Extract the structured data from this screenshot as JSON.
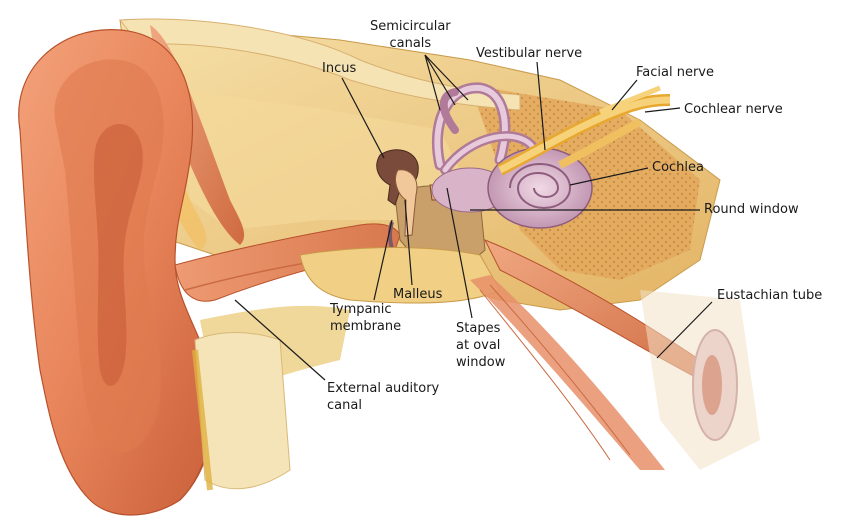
{
  "labels": {
    "semicircular_canals": [
      "Semicircular",
      "canals"
    ],
    "incus": "Incus",
    "vestibular_nerve": "Vestibular nerve",
    "facial_nerve": "Facial nerve",
    "cochlear_nerve": "Cochlear nerve",
    "cochlea": "Cochlea",
    "round_window": "Round window",
    "eustachian_tube": "Eustachian tube",
    "malleus": "Malleus",
    "tympanic_membrane": [
      "Tympanic",
      "membrane"
    ],
    "stapes": [
      "Stapes",
      "at oval",
      "window"
    ],
    "external_auditory_canal": [
      "External auditory",
      "canal"
    ]
  },
  "colors": {
    "skin": "#e8845a",
    "skin_shadow": "#c9603a",
    "bone": "#f2d28a",
    "bone_dark": "#d9a84e",
    "muscle": "#d9764a",
    "inner_ear": "#d9b3c8",
    "cochlea": "#cfa0bd",
    "nerve": "#f0c060",
    "leader": "#1a1a1a"
  }
}
